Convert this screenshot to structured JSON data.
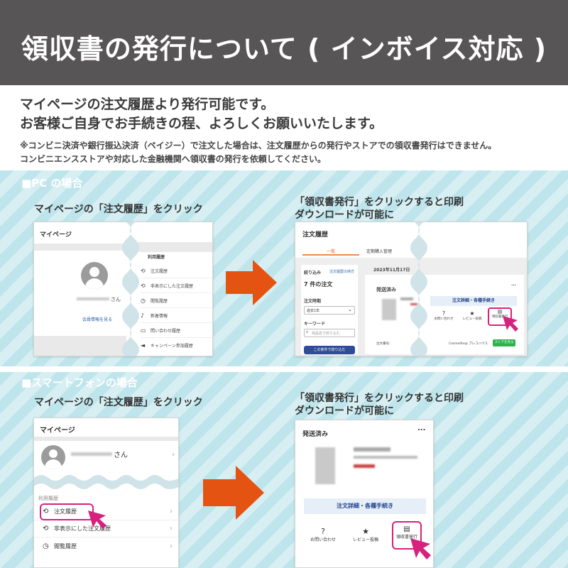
{
  "header": {
    "title": "領収書の発行について ( インボイス対応 )"
  },
  "intro": {
    "line1": "マイページの注文履歴より発行可能です。",
    "line2": "お客様ご自身でお手続きの程、よろしくお願いいたします。"
  },
  "notes": {
    "line1": "※コンビニ決済や銀行振込決済（ペイジー）で注文した場合は、注文履歴からの発行やストアでの領収書発行はできません。",
    "line2": "コンビニエンスストアや対応した金融機関へ領収書の発行を依頼してください。"
  },
  "pc": {
    "section_label": "■PC の場合",
    "step1_label": "マイページの「注文履歴」をクリック",
    "step2_label1": "「領収書発行」をクリックすると印刷",
    "step2_label2": "ダウンロードが可能に",
    "mypage": {
      "title": "マイページ",
      "user_suffix": "さん",
      "member_link": "会員情報を見る",
      "menu_heading": "利用履歴",
      "menu_items": [
        "注文履歴",
        "非表示にした注文履歴",
        "閲覧履歴",
        "新着情報",
        "問い合わせ履歴",
        "キャンペーン参加履歴"
      ]
    },
    "orders": {
      "title": "注文履歴",
      "tabs": [
        "一覧",
        "定期購入管理"
      ],
      "filter_label": "絞り込み",
      "filter_option": "注文履歴の持方",
      "count": "7 件の注文",
      "period_label": "注文時期",
      "period_value": "過去1年",
      "keyword_label": "キーワード",
      "keyword_placeholder": "商品名で絞り込む",
      "search_button": "この条件で絞り込む",
      "date": "2023年11月17日",
      "status": "発送済み",
      "more": "...",
      "details_button": "注文詳細・各種手続き",
      "actions": [
        "お問い合わせ",
        "レビュー投稿",
        "領収書発行"
      ],
      "store_name": "CosmeShop プレコハウス",
      "chat_button": "ストアを見る",
      "order_number_label": "注文番号："
    }
  },
  "sp": {
    "section_label": "■スマートフォンの場合",
    "step1_label": "マイページの「注文履歴」をクリック",
    "step2_label1": "「領収書発行」をクリックすると印刷",
    "step2_label2": "ダウンロードが可能に",
    "mypage": {
      "title": "マイページ",
      "user_suffix": "さん",
      "menu_heading": "利用履歴",
      "menu_items": [
        "注文履歴",
        "非表示にした注文履歴",
        "閲覧履歴"
      ]
    },
    "order": {
      "status": "発送済み",
      "more": "...",
      "details_button": "注文詳細・各種手続き",
      "actions": [
        "お問い合わせ",
        "レビュー投稿",
        "領収書発行"
      ]
    }
  },
  "icons": {
    "arrow": "right-arrow-icon",
    "pointer": "pointer-arrow-icon",
    "avatar": "user-avatar-icon"
  },
  "colors": {
    "header_bg": "#585556",
    "band_stripe_a": "#bfe5ec",
    "band_stripe_b": "#d7eff3",
    "section_label_bg": "#6fc2d3",
    "arrow": "#e55313",
    "highlight": "#d6217d",
    "button_blue": "#2f4b9a"
  }
}
